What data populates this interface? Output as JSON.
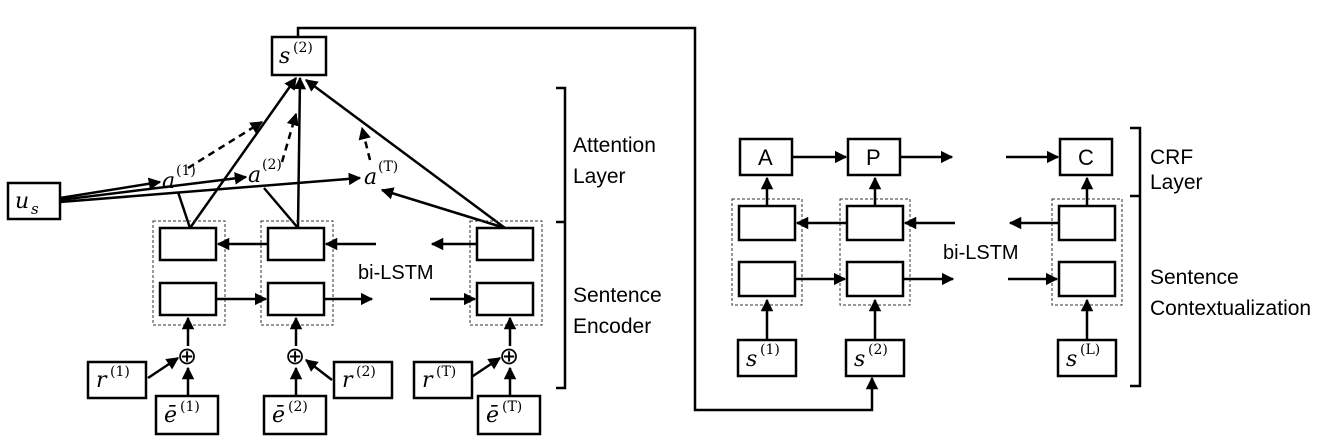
{
  "left": {
    "s2_label": "s",
    "s2_sup": "(2)",
    "us_label": "u",
    "us_sub": "s",
    "a1_label": "a",
    "a1_sup": "(1)",
    "a2_label": "a",
    "a2_sup": "(2)",
    "aT_label": "a",
    "aT_sup": "(T)",
    "bilstm_label": "bi-LSTM",
    "r1_label": "r",
    "r1_sup": "(1)",
    "r2_label": "r",
    "r2_sup": "(2)",
    "rT_label": "r",
    "rT_sup": "(T)",
    "e1_label": "ē",
    "e1_sup": "(1)",
    "e2_label": "ē",
    "e2_sup": "(2)",
    "eT_label": "ē",
    "eT_sup": "(T)",
    "plus_symbol": "⊕"
  },
  "labels": {
    "attention_line1": "Attention",
    "attention_line2": "Layer",
    "encoder_line1": "Sentence",
    "encoder_line2": "Encoder",
    "crf_line1": "CRF",
    "crf_line2": "Layer",
    "context_line1": "Sentence",
    "context_line2": "Contextualization"
  },
  "right": {
    "tag_A": "A",
    "tag_P": "P",
    "tag_C": "C",
    "bilstm_label": "bi-LSTM",
    "s1_label": "s",
    "s1_sup": "(1)",
    "s2_label": "s",
    "s2_sup": "(2)",
    "sL_label": "s",
    "sL_sup": "(L)"
  }
}
